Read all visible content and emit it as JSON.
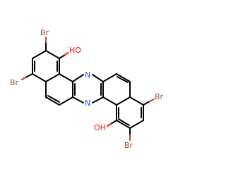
{
  "molecule": {
    "atoms": {
      "br1": "Br",
      "oh1": "HO",
      "br2": "Br",
      "oh2": "OH",
      "br3": "Br",
      "n1": "N",
      "br4": "Br",
      "n2": "N"
    }
  },
  "colors": {
    "bond": "#000000",
    "bromine": "#A04C22",
    "oxygen": "#FF0D0D",
    "nitrogen": "#3050F8"
  }
}
